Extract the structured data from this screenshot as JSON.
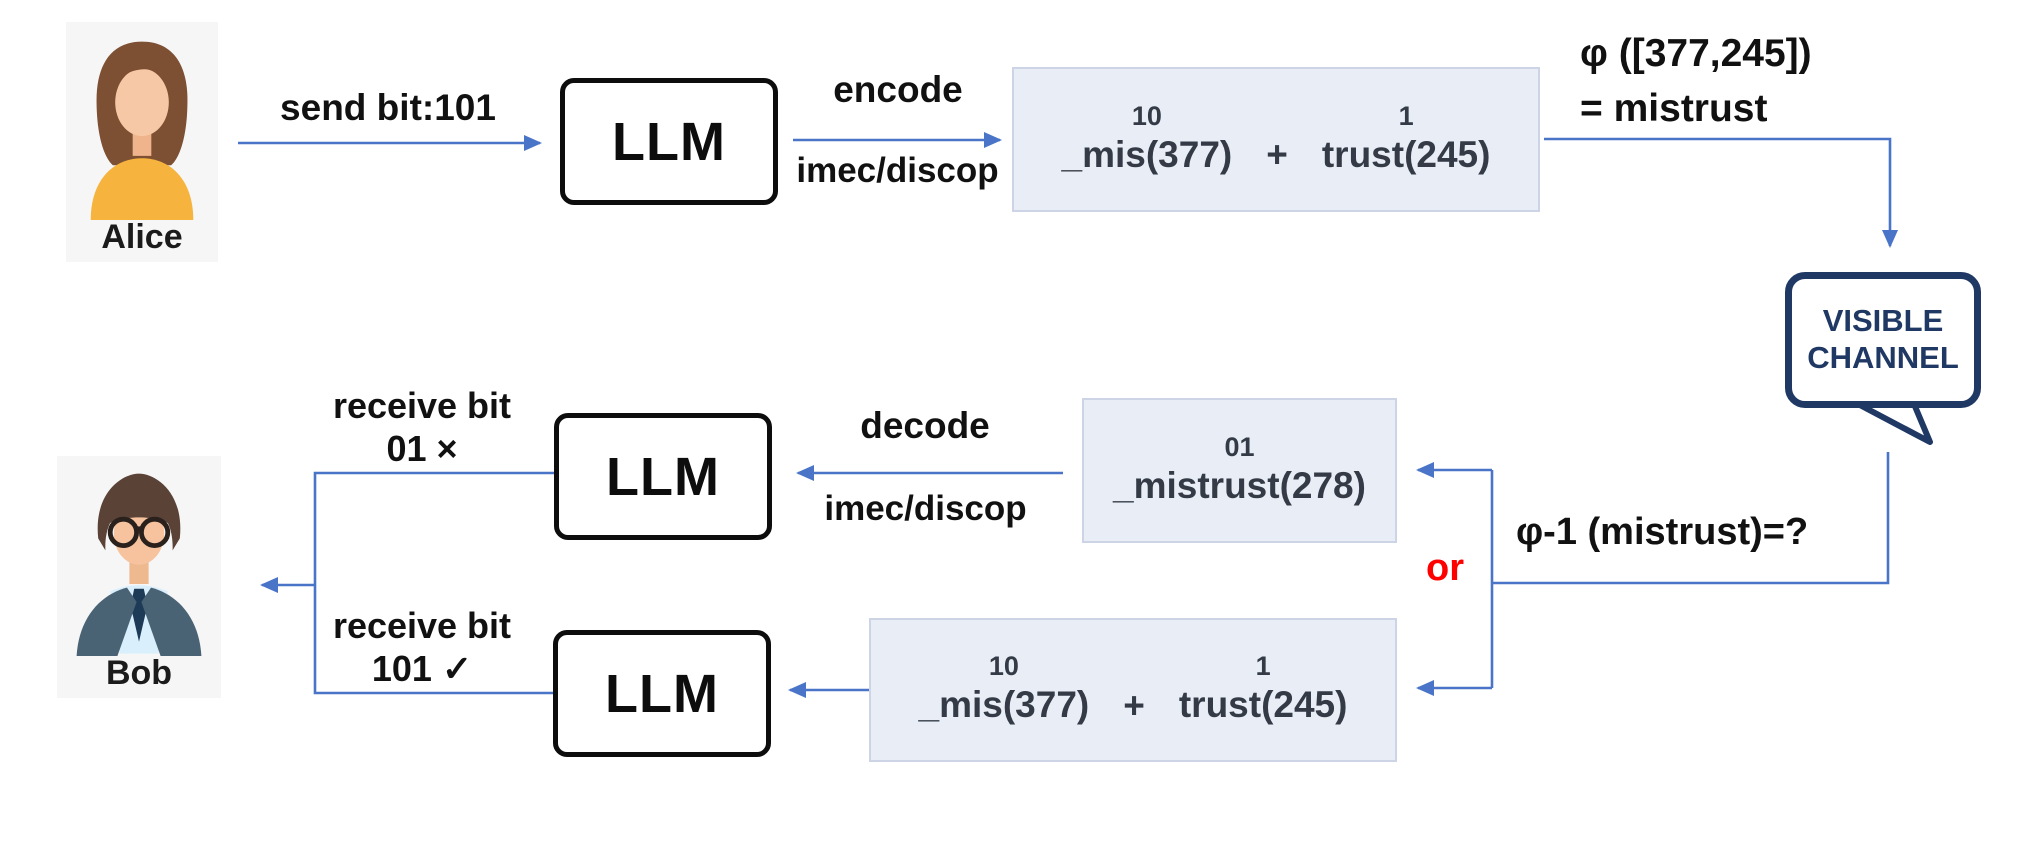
{
  "actors": {
    "alice": "Alice",
    "bob": "Bob"
  },
  "flow_top": {
    "send_bit": "send bit:101",
    "llm": "LLM",
    "encode": "encode",
    "encode_method": "imec/discop",
    "tokens": {
      "sup_a": "10",
      "token_a": "_mis(377)",
      "plus": "+",
      "sup_b": "1",
      "token_b": "trust(245)"
    },
    "phi_map_line1": "φ ([377,245])",
    "phi_map_line2": "= mistrust"
  },
  "channel": {
    "line1": "VISIBLE",
    "line2": "CHANNEL"
  },
  "branch": {
    "phi_inverse": "φ-1 (mistrust)=?",
    "or": "or"
  },
  "decode_wrong": {
    "sup": "01",
    "token": "_mistrust(278)",
    "decode": "decode",
    "decode_method": "imec/discop",
    "llm": "LLM",
    "receive_line1": "receive bit",
    "receive_line2": "01 ×"
  },
  "decode_correct": {
    "tokens": {
      "sup_a": "10",
      "token_a": "_mis(377)",
      "plus": "+",
      "sup_b": "1",
      "token_b": "trust(245)"
    },
    "llm": "LLM",
    "receive_line1": "receive bit",
    "receive_line2": "101 ✓"
  },
  "colors": {
    "arrow_blue": "#4a74c8",
    "token_box_fill": "#e9edf5",
    "token_box_border": "#ccd4e6",
    "token_text": "#343b46",
    "channel_navy": "#1f3864",
    "or_red": "#ff0000",
    "llm_border": "#0d0d0d",
    "actor_card_bg": "#f6f6f7"
  }
}
